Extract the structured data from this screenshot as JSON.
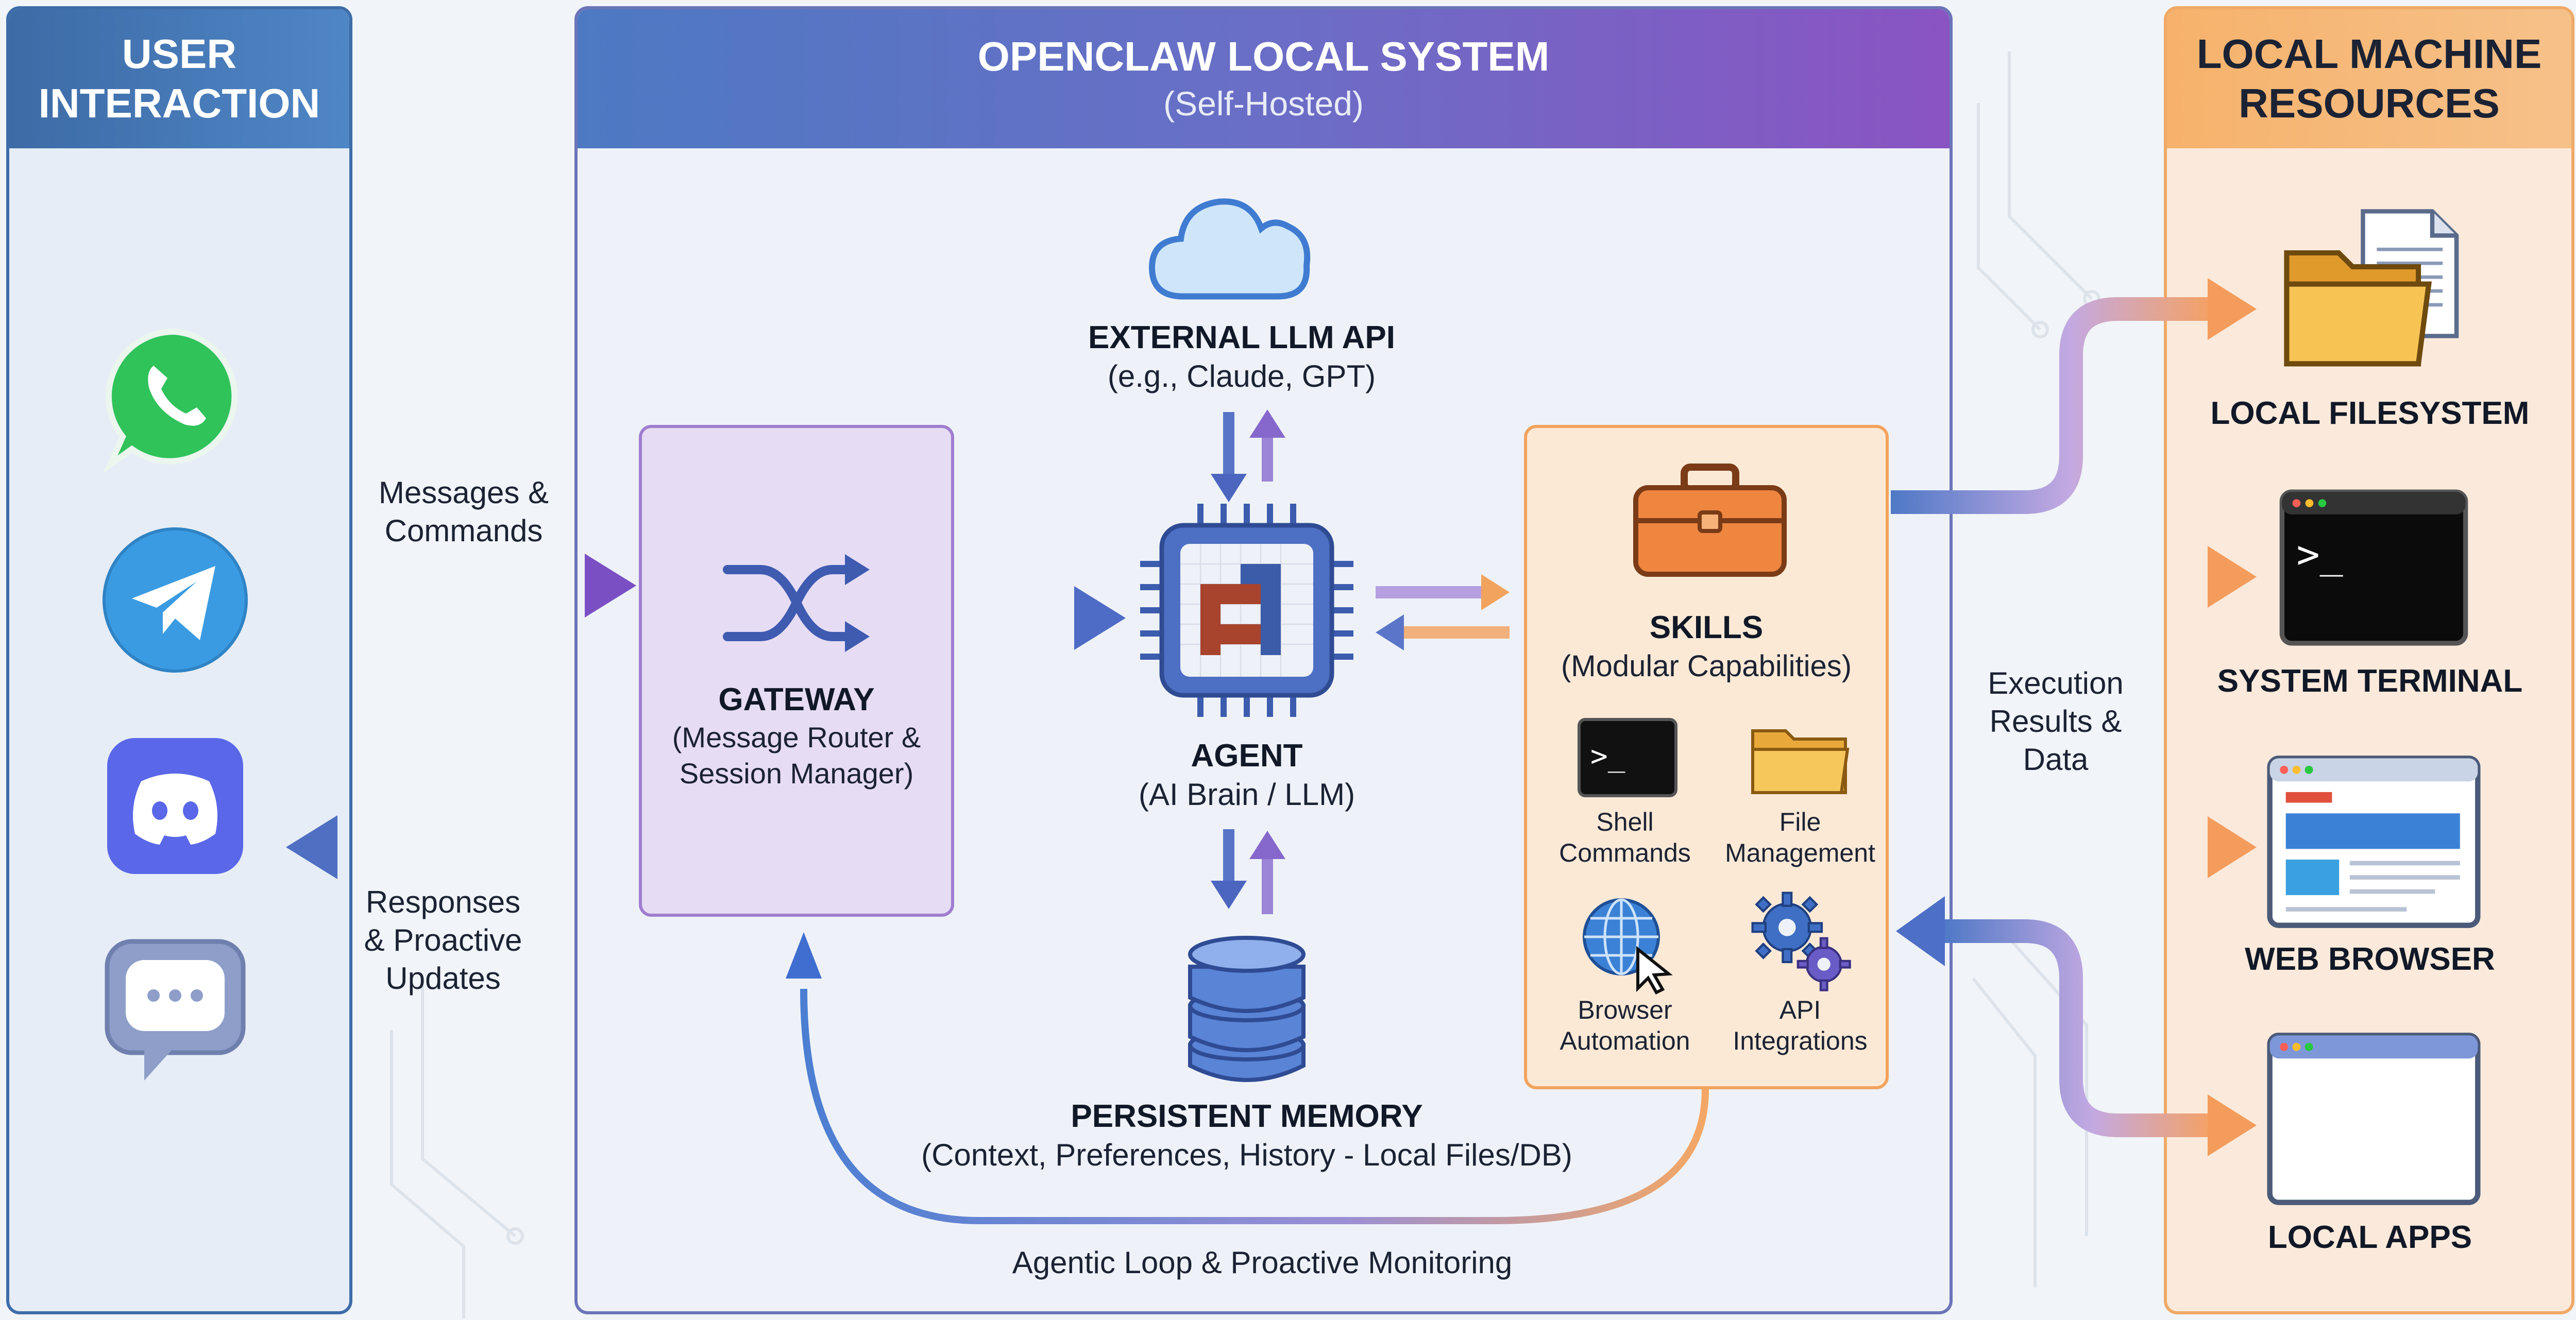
{
  "panels": {
    "user": {
      "title_line1": "USER",
      "title_line2": "INTERACTION"
    },
    "core": {
      "title": "OPENCLAW LOCAL SYSTEM",
      "subtitle": "(Self-Hosted)"
    },
    "resources": {
      "title_line1": "LOCAL MACHINE",
      "title_line2": "RESOURCES"
    }
  },
  "apps": [
    "whatsapp-icon",
    "telegram-icon",
    "discord-icon",
    "chat-bubble-icon"
  ],
  "flows": {
    "messages_line1": "Messages &",
    "messages_line2": "Commands",
    "responses_line1": "Responses",
    "responses_line2": "& Proactive",
    "responses_line3": "Updates",
    "execution_line1": "Execution",
    "execution_line2": "Results &",
    "execution_line3": "Data",
    "loop": "Agentic Loop & Proactive Monitoring"
  },
  "gateway": {
    "title": "GATEWAY",
    "desc_line1": "(Message Router &",
    "desc_line2": "Session Manager)"
  },
  "llm": {
    "title": "EXTERNAL LLM API",
    "desc": "(e.g., Claude, GPT)"
  },
  "agent": {
    "title": "AGENT",
    "desc": "(AI Brain / LLM)"
  },
  "memory": {
    "title": "PERSISTENT MEMORY",
    "desc": "(Context, Preferences, History - Local Files/DB)"
  },
  "skills": {
    "title": "SKILLS",
    "desc": "(Modular Capabilities)",
    "items": [
      {
        "line1": "Shell",
        "line2": "Commands",
        "icon": "terminal-icon"
      },
      {
        "line1": "File",
        "line2": "Management",
        "icon": "folder-icon"
      },
      {
        "line1": "Browser",
        "line2": "Automation",
        "icon": "globe-cursor-icon"
      },
      {
        "line1": "API",
        "line2": "Integrations",
        "icon": "gears-icon"
      }
    ]
  },
  "resources": [
    {
      "label": "LOCAL FILESYSTEM",
      "icon": "files-folder-icon"
    },
    {
      "label": "SYSTEM TERMINAL",
      "icon": "terminal-window-icon"
    },
    {
      "label": "WEB BROWSER",
      "icon": "browser-window-icon"
    },
    {
      "label": "LOCAL APPS",
      "icon": "app-window-icon"
    }
  ],
  "terminal_prompt": ">_",
  "colors": {
    "blue": "#3e6da8",
    "purple": "#8a54c2",
    "orange": "#f0a967",
    "gateway_fill": "#e6dcf4",
    "skills_fill": "#fbe9d6"
  }
}
